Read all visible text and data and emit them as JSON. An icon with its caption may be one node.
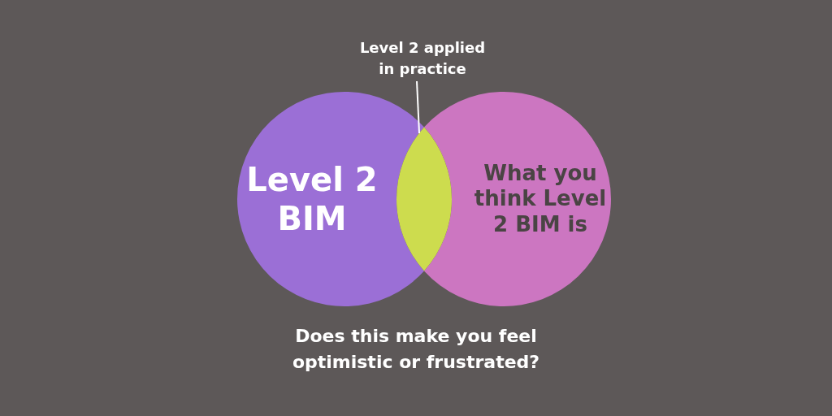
{
  "diagram": {
    "caption": "Does this make you feel optimistic or frustrated?",
    "nodes": [
      {
        "text": [
          "Level 2 BIM"
        ]
      },
      {
        "text": [
          "What you think Level 2 BIM is"
        ]
      },
      {
        "text": [
          "Level 2 applied in practice"
        ]
      },
      {
        "text": [],
        "shape": "lens"
      }
    ],
    "edges": [
      {
        "from": 2,
        "to": 3,
        "arrow": "none"
      }
    ]
  }
}
